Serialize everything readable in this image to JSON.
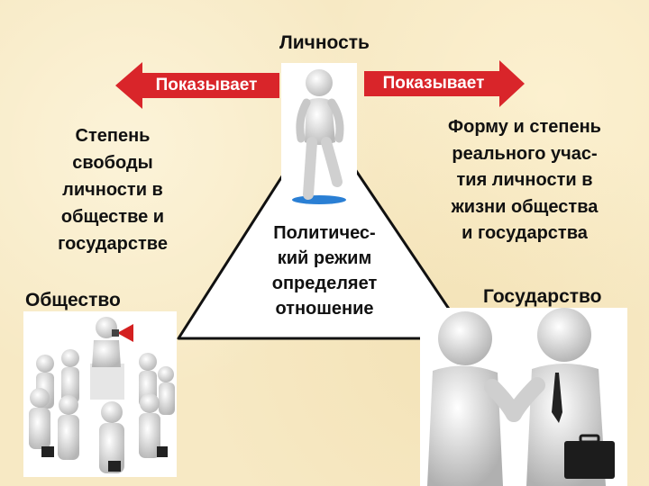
{
  "nodes": {
    "personality": "Личность",
    "society": "Общество",
    "state": "Государство"
  },
  "arrows": {
    "left_label": "Показывает",
    "right_label": "Показывает",
    "color": "#d9252a"
  },
  "left_description": "Степень\nсвободы\nличности в\nобществе и\nгосударстве",
  "right_description": "Форму и степень\nреального учас-\nтия личности в\nжизни общества\nи государства",
  "center_text": "Политичес-\nкий режим\nопределяет\nотношение",
  "icons": {
    "person": "walking-person-figure",
    "crowd": "crowd-with-megaphone-figures",
    "handshake": "handshake-figures"
  }
}
